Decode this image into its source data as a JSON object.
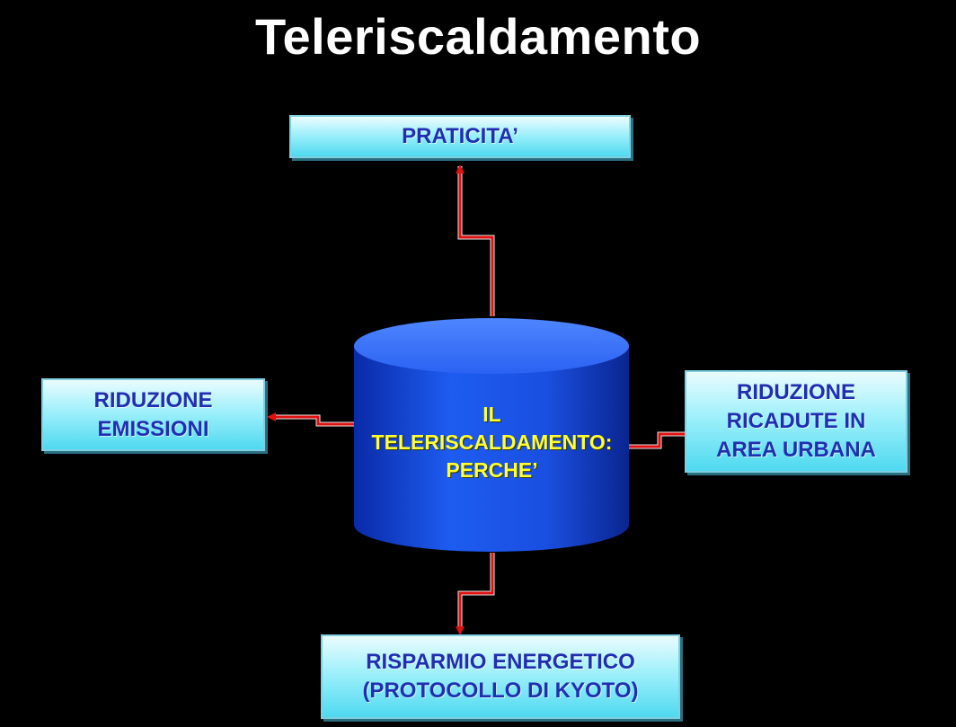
{
  "title": "Teleriscaldamento",
  "center": {
    "lines": [
      "IL",
      "TELERISCALDAMENTO:",
      "PERCHE’"
    ]
  },
  "boxes": {
    "top": {
      "lines": [
        "PRATICITA’"
      ]
    },
    "left": {
      "lines": [
        "RIDUZIONE",
        "EMISSIONI"
      ]
    },
    "right": {
      "lines": [
        "RIDUZIONE",
        "RICADUTE IN",
        "AREA URBANA"
      ]
    },
    "bottom": {
      "lines": [
        "RISPARMIO ENERGETICO",
        "(PROTOCOLLO DI KYOTO)"
      ]
    }
  },
  "colors": {
    "background": "#000000",
    "title": "#ffffff",
    "box_text": "#1f2fb0",
    "cylinder": "#1a4fe0",
    "cylinder_text": "#ffff33",
    "arrow": "#e01010"
  }
}
